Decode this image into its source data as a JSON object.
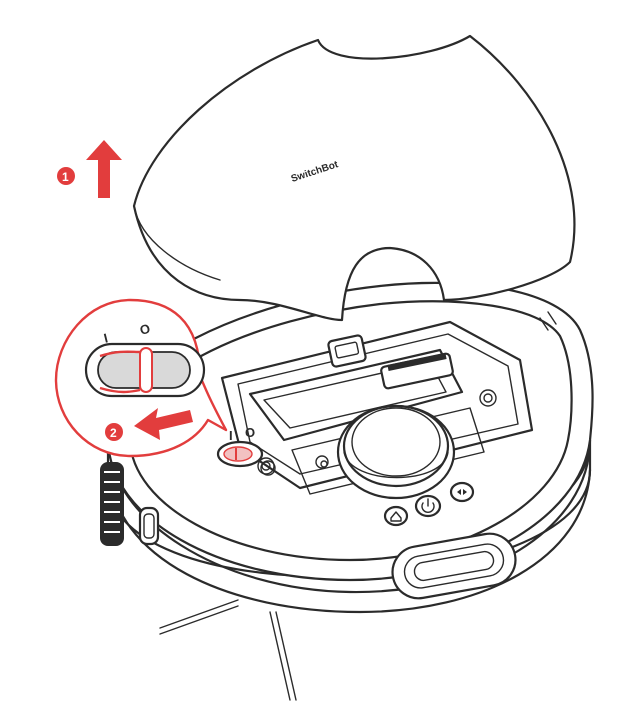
{
  "diagram": {
    "brand_logo": "SwitchBot",
    "steps": [
      {
        "number": "1",
        "action": "lift-lid"
      },
      {
        "number": "2",
        "action": "slide-switch-left"
      }
    ],
    "power_switch": {
      "label_on": "I",
      "label_off": "O"
    },
    "colors": {
      "accent": "#e23d3d",
      "line": "#2b2b2b",
      "switch_fill": "#d9d9d9",
      "background": "#ffffff"
    },
    "icons": [
      "up-arrow-icon",
      "left-arrow-icon",
      "home-icon",
      "power-icon",
      "spot-clean-icon"
    ]
  }
}
